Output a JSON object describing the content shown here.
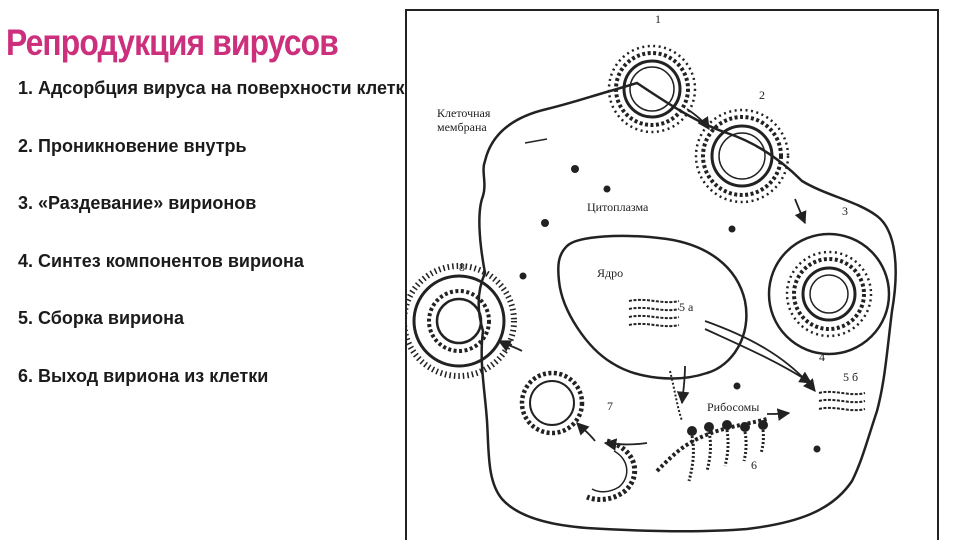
{
  "slide": {
    "title": "Репродукция вирусов",
    "steps": [
      {
        "num": "1.",
        "text": "Адсорбция вируса на поверхности клетки"
      },
      {
        "num": "2.",
        "text": "Проникновение внутрь"
      },
      {
        "num": "3.",
        "text": "«Раздевание» вирионов"
      },
      {
        "num": "4.",
        "text": "Синтез компонентов вириона"
      },
      {
        "num": "5.",
        "text": "Сборка вириона"
      },
      {
        "num": "6.",
        "text": "Выход вириона из клетки"
      }
    ]
  },
  "diagram": {
    "labels": {
      "membrane_line1": "Клеточная",
      "membrane_line2": "мембрана",
      "cytoplasm": "Цитоплазма",
      "nucleus": "Ядро",
      "ribosomes": "Рибосомы"
    },
    "stages": {
      "s1": "1",
      "s2": "2",
      "s3": "3",
      "s4": "4",
      "s5a": "5 а",
      "s5b": "5 б",
      "s6": "6",
      "s7": "7",
      "s8": "8"
    }
  },
  "colors": {
    "title": "#cc2f7b",
    "text": "#1b1b1b",
    "ink": "#222222"
  }
}
